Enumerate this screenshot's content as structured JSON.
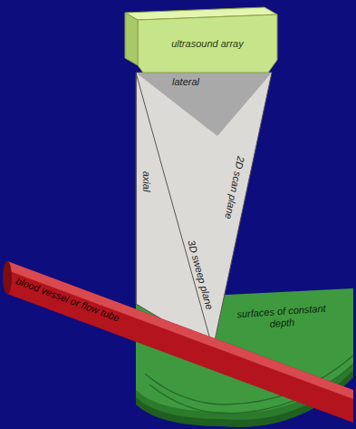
{
  "diagram": {
    "nodes": [
      {
        "text": [
          "ultrasound array"
        ]
      },
      {
        "text": [
          "surfaces of constant depth"
        ]
      },
      {
        "text": [
          "blood vessel or flow tube"
        ]
      }
    ],
    "labels": [
      "lateral",
      "axial",
      "2D scan plane",
      "3D sweep plane"
    ]
  }
}
